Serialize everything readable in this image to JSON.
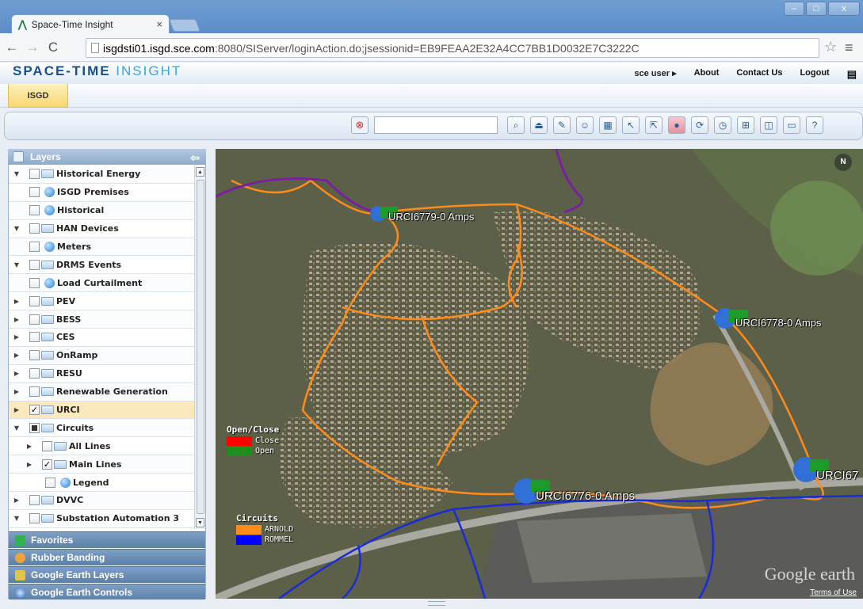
{
  "browser": {
    "tab_title": "Space-Time Insight",
    "tab_close": "×",
    "url_host": "isgdsti01.isgd.sce.com",
    "url_rest": ":8080/SIServer/loginAction.do;jsessionid=EB9FEAA2E32A4CC7BB1D0032E7C3222C",
    "win_min": "–",
    "win_max": "□",
    "win_close": "x"
  },
  "header": {
    "logo_main": "SPACE-TIME",
    "logo_accent": " INSIGHT",
    "user": "sce user ▸",
    "links": [
      "About",
      "Contact Us",
      "Logout"
    ]
  },
  "tabs": {
    "active": "ISGD"
  },
  "layers": {
    "title": "Layers",
    "rows": [
      {
        "label": "Historical Energy"
      },
      {
        "label": "ISGD Premises"
      },
      {
        "label": "Historical"
      },
      {
        "label": "HAN Devices"
      },
      {
        "label": "Meters"
      },
      {
        "label": "DRMS Events"
      },
      {
        "label": "Load Curtailment"
      },
      {
        "label": "PEV"
      },
      {
        "label": "BESS"
      },
      {
        "label": "CES"
      },
      {
        "label": "OnRamp"
      },
      {
        "label": "RESU"
      },
      {
        "label": "Renewable Generation"
      },
      {
        "label": "URCI"
      },
      {
        "label": "Circuits"
      },
      {
        "label": "All Lines"
      },
      {
        "label": "Main Lines"
      },
      {
        "label": "Legend"
      },
      {
        "label": "DVVC"
      },
      {
        "label": "Substation Automation 3"
      }
    ]
  },
  "accordion": [
    "Favorites",
    "Rubber Banding",
    "Google Earth Layers",
    "Google Earth Controls"
  ],
  "map": {
    "labels": [
      "URCI6779-0 Amps",
      "URCI6778-0 Amps",
      "URCI6776-0 Amps",
      "URCI67"
    ],
    "legend_oc": {
      "title": "Open/Close",
      "items": [
        "Close",
        "Open"
      ],
      "colors": [
        "#ff0000",
        "#1e8c1e"
      ]
    },
    "legend_circuits": {
      "title": "Circuits",
      "items": [
        "ARNOLD",
        "ROMMEL"
      ],
      "colors": [
        "#ff8c1a",
        "#0000ff"
      ]
    },
    "watermark": "Google earth",
    "terms": "Terms of Use",
    "compass": "N"
  }
}
